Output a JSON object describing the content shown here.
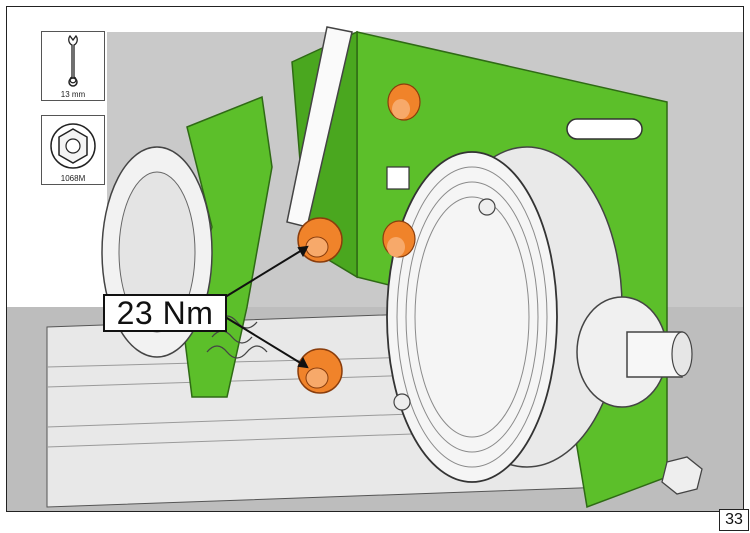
{
  "tools": {
    "wrench": {
      "icon": "wrench-icon",
      "label": "13 mm"
    },
    "nut": {
      "icon": "flange-nut-icon",
      "label": "1068M"
    }
  },
  "torque_label": "23 Nm",
  "page_number": "33",
  "colors": {
    "bracket_green": "#5cbf2a",
    "nut_orange": "#f0832a",
    "background_grey": "#c8c8c8"
  }
}
